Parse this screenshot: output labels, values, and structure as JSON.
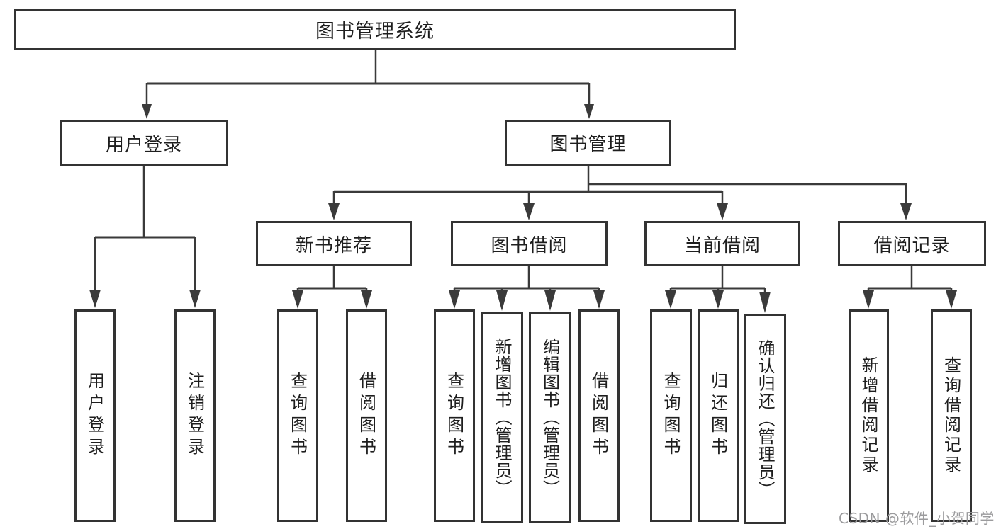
{
  "tree": {
    "root": {
      "label": "图书管理系统"
    },
    "user": {
      "label": "用户登录",
      "leaves": [
        "用户登录",
        "注销登录"
      ]
    },
    "book": {
      "label": "图书管理",
      "sections": [
        {
          "label": "新书推荐",
          "leaves": [
            "查询图书",
            "借阅图书"
          ]
        },
        {
          "label": "图书借阅",
          "leaves": [
            "查询图书",
            "新增图书（管理员）",
            "编辑图书（管理员）",
            "借阅图书"
          ]
        },
        {
          "label": "当前借阅",
          "leaves": [
            "查询图书",
            "归还图书",
            "确认归还（管理员）"
          ]
        },
        {
          "label": "借阅记录",
          "leaves": [
            "新增借阅记录",
            "查询借阅记录"
          ]
        }
      ]
    }
  },
  "colors": {
    "line": "#3a3a3a",
    "box_border": "#333333",
    "text": "#1e1e1e",
    "watermark": "#9b9b9d",
    "background": "#ffffff"
  },
  "watermark": {
    "text": "CSDN @软件_小贺同学"
  }
}
